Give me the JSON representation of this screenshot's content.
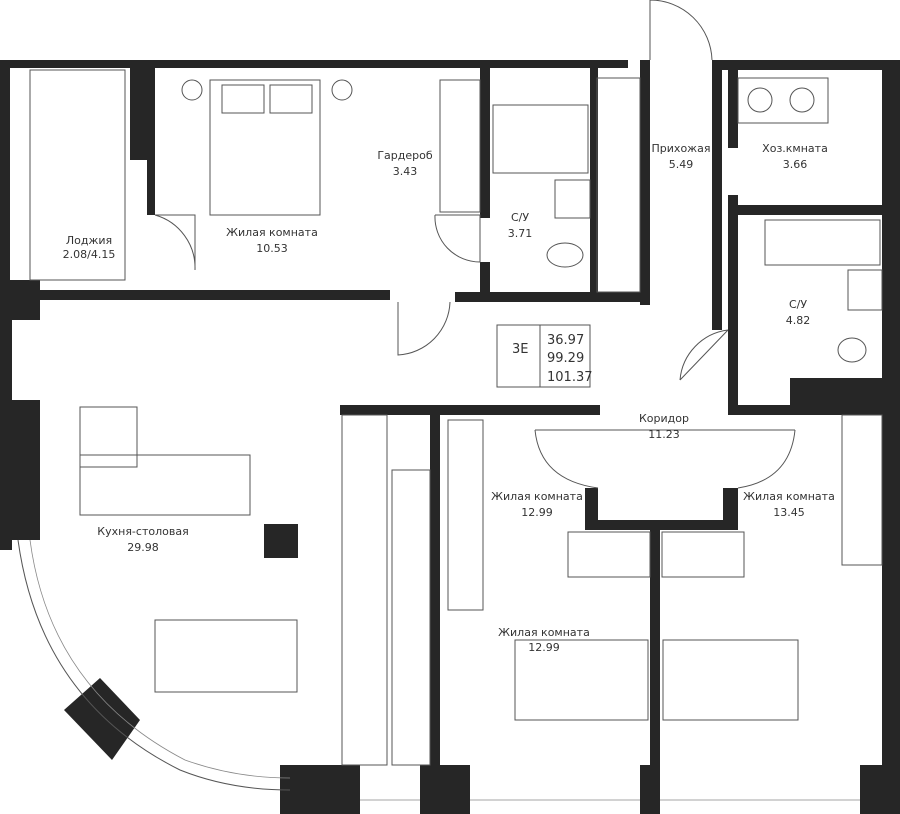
{
  "apartment": {
    "type": "3Е",
    "living_area": "36.97",
    "total_area": "99.29",
    "total_area_with_loggia": "101.37"
  },
  "rooms": [
    {
      "name": "Лоджия",
      "area": "2.08/4.15"
    },
    {
      "name": "Жилая комната",
      "area": "10.53"
    },
    {
      "name": "Гардероб",
      "area": "3.43"
    },
    {
      "name": "С/У",
      "area": "3.71"
    },
    {
      "name": "Прихожая",
      "area": "5.49"
    },
    {
      "name": "Хоз.кмната",
      "area": "3.66"
    },
    {
      "name": "С/У",
      "area": "4.82"
    },
    {
      "name": "Коридор",
      "area": "11.23"
    },
    {
      "name": "Кухня-столовая",
      "area": "29.98"
    },
    {
      "name": "Жилая комната",
      "area": "12.99"
    },
    {
      "name": "Жилая комната",
      "area": "13.45"
    },
    {
      "name": "Жилая комната",
      "area": "12.99"
    }
  ],
  "colors": {
    "wall": "#262626",
    "line": "#555555"
  }
}
